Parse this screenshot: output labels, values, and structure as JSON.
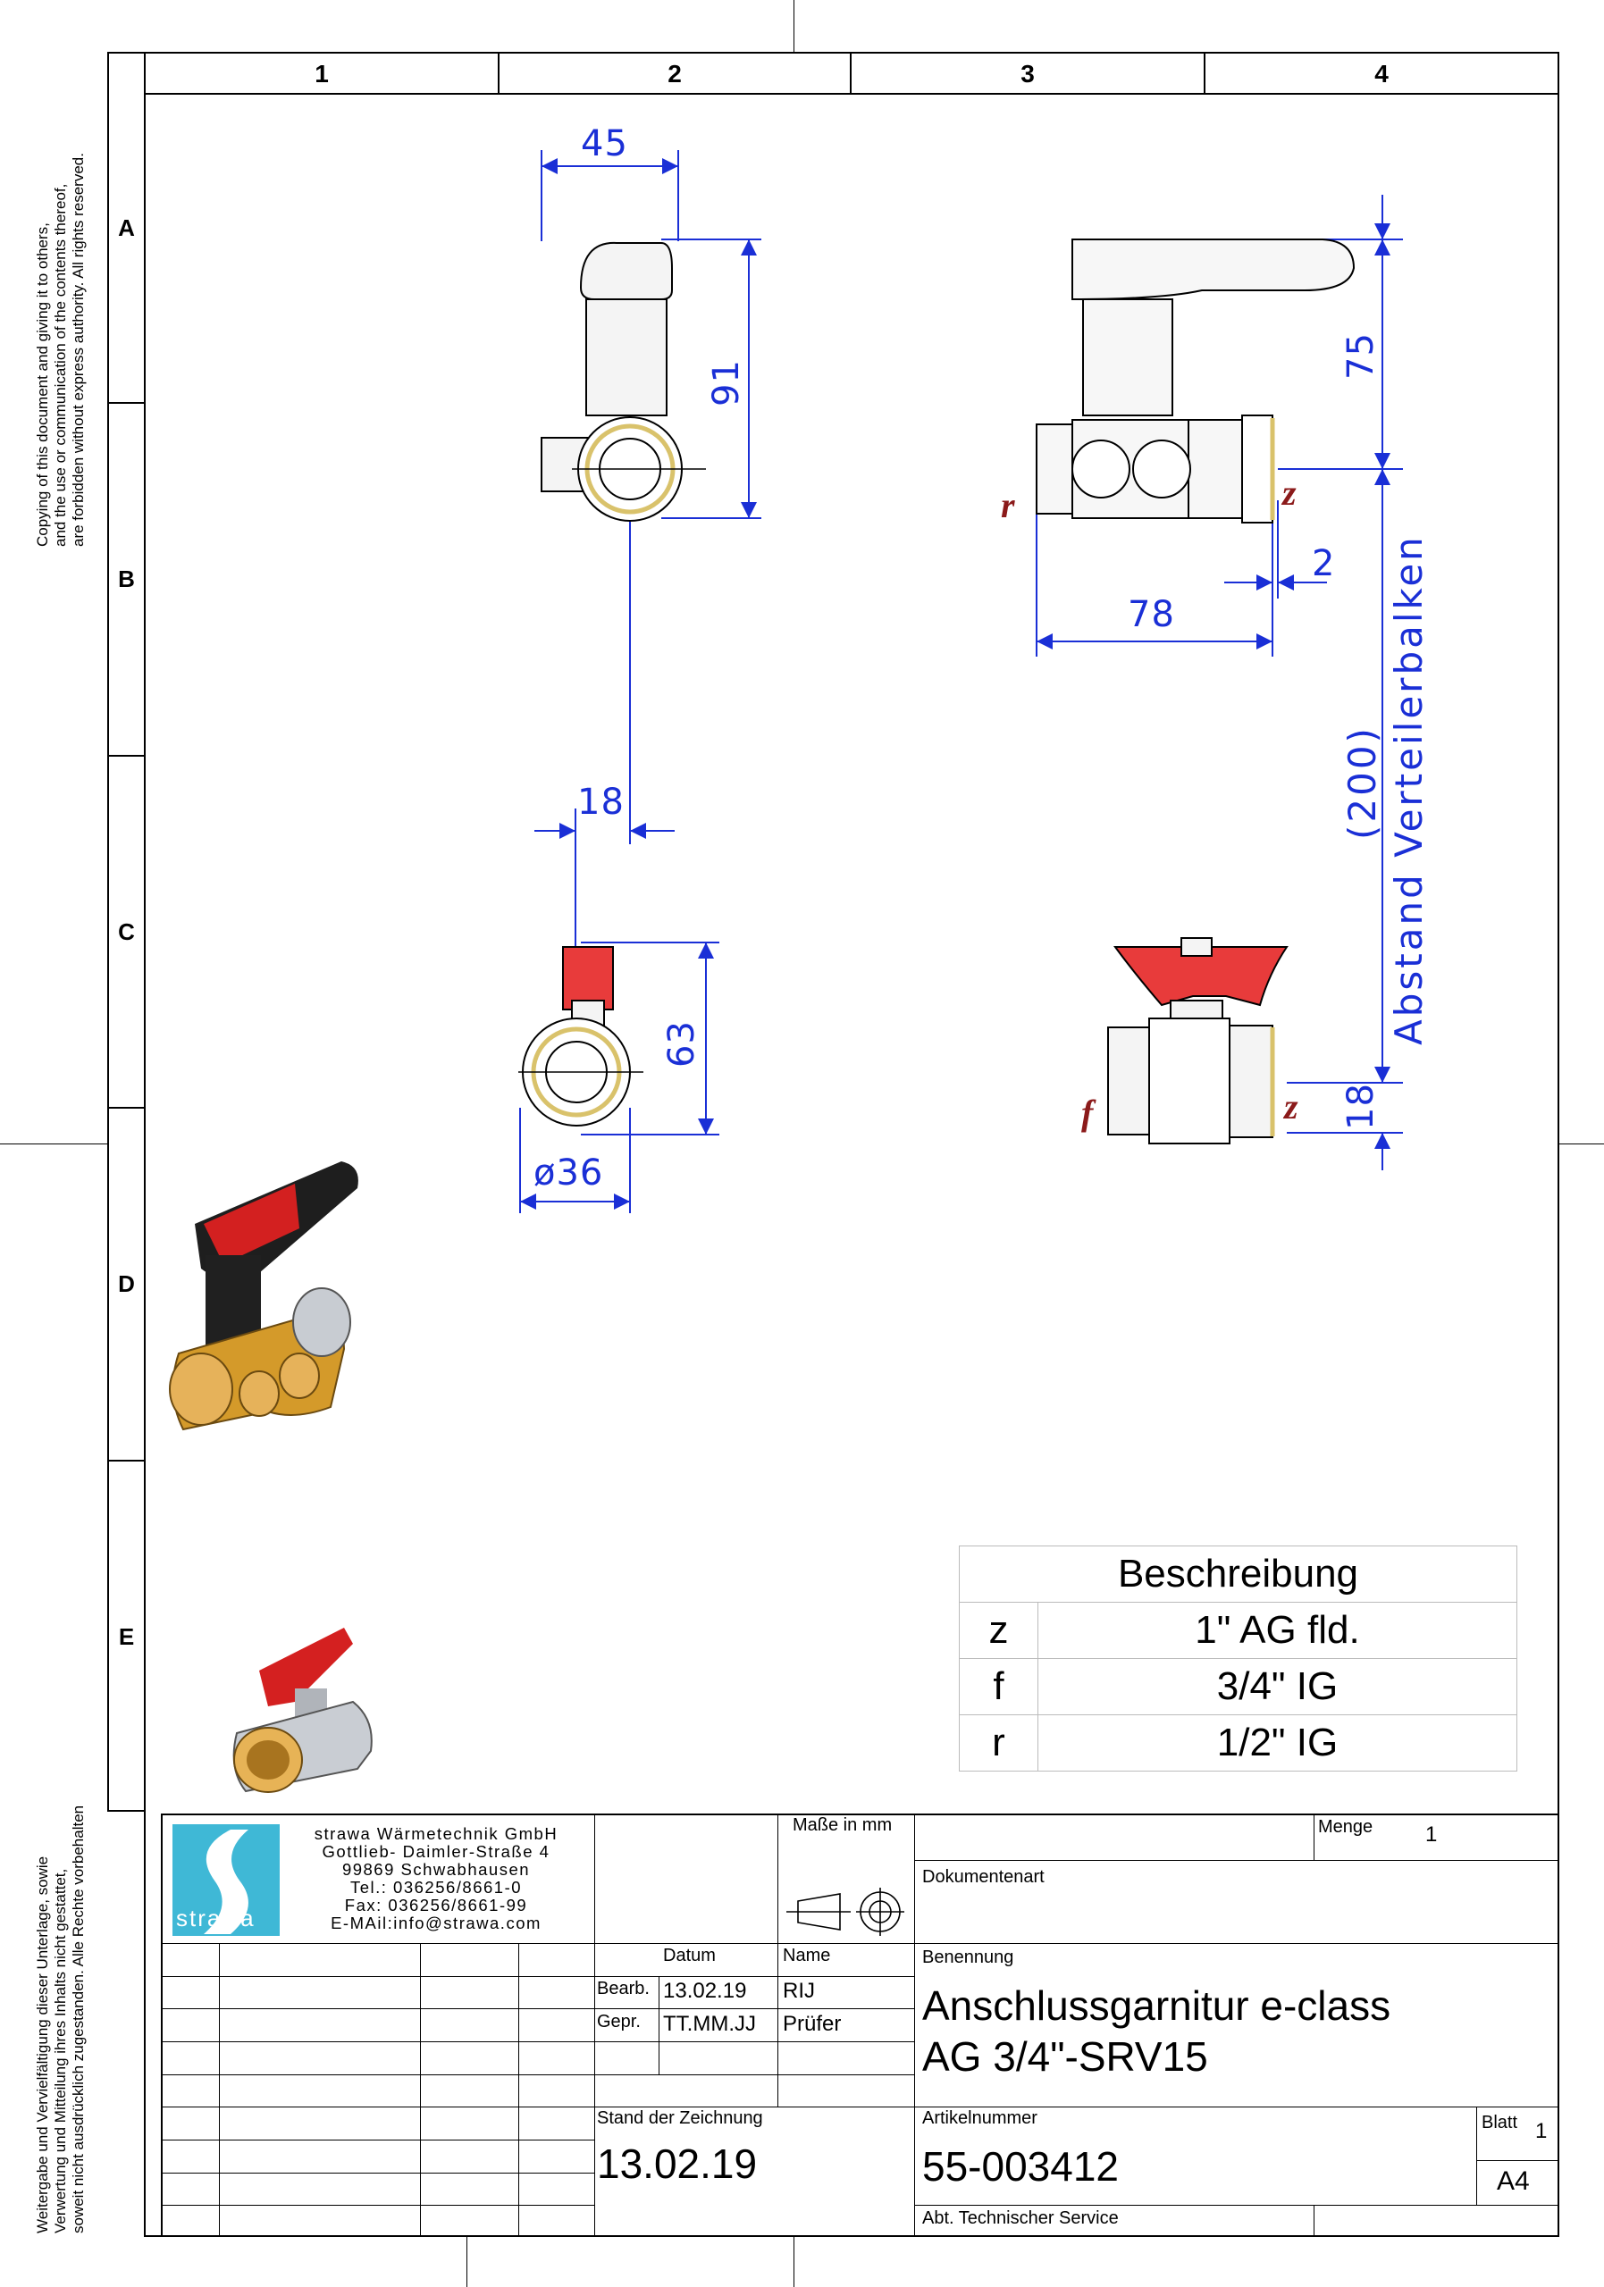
{
  "zones": {
    "columns": [
      "1",
      "2",
      "3",
      "4"
    ],
    "rows": [
      "A",
      "B",
      "C",
      "D",
      "E"
    ]
  },
  "notices": {
    "english": [
      "Copying of this document and giving it to others,",
      "and the use or communication of the contents thereof,",
      "are forbidden without express authority. All rights reserved."
    ],
    "german": [
      "Weitergabe und Vervielfältigung dieser Unterlage, sowie",
      "Verwertung und Mitteilung ihres Inhalts nicht gestattet,",
      "soweit nicht ausdrücklich zugestanden. Alle Rechte vorbehalten"
    ]
  },
  "dimensions": {
    "d45": "45",
    "d91": "91",
    "d75": "75",
    "d78": "78",
    "d2": "2",
    "d18a": "18",
    "d63": "63",
    "d36": "ø36",
    "d18b": "18",
    "spacing": "(200)",
    "spacing_label": "Abstand Verteilerbalken"
  },
  "labels": {
    "r": "r",
    "z1": "z",
    "f": "f",
    "z2": "z"
  },
  "description_table": {
    "header": "Beschreibung",
    "rows": [
      {
        "key": "z",
        "value": "1\" AG fld."
      },
      {
        "key": "f",
        "value": "3/4\" IG"
      },
      {
        "key": "r",
        "value": "1/2\" IG"
      }
    ]
  },
  "title_block": {
    "logo_text": "strawa",
    "company": [
      "strawa Wärmetechnik GmbH",
      "Gottlieb- Daimler-Straße 4",
      "99869 Schwabhausen",
      "Tel.: 036256/8661-0",
      "Fax: 036256/8661-99",
      "E-MAil:info@strawa.com"
    ],
    "units": "Maße in mm",
    "menge_label": "Menge",
    "menge_value": "1",
    "doc_type_label": "Dokumentenart",
    "benennung_label": "Benennung",
    "title_line1": "Anschlussgarnitur e-class",
    "title_line2": "AG 3/4\"-SRV15",
    "datum_label": "Datum",
    "name_label": "Name",
    "bearb_label": "Bearb.",
    "bearb_date": "13.02.19",
    "bearb_name": "RIJ",
    "gepr_label": "Gepr.",
    "gepr_date": "TT.MM.JJ",
    "gepr_name": "Prüfer",
    "stand_label": "Stand der Zeichnung",
    "stand_value": "13.02.19",
    "artikel_label": "Artikelnummer",
    "artikel_value": "55-003412",
    "blatt_label": "Blatt",
    "blatt_value": "1",
    "format": "A4",
    "department": "Abt. Technischer Service"
  }
}
